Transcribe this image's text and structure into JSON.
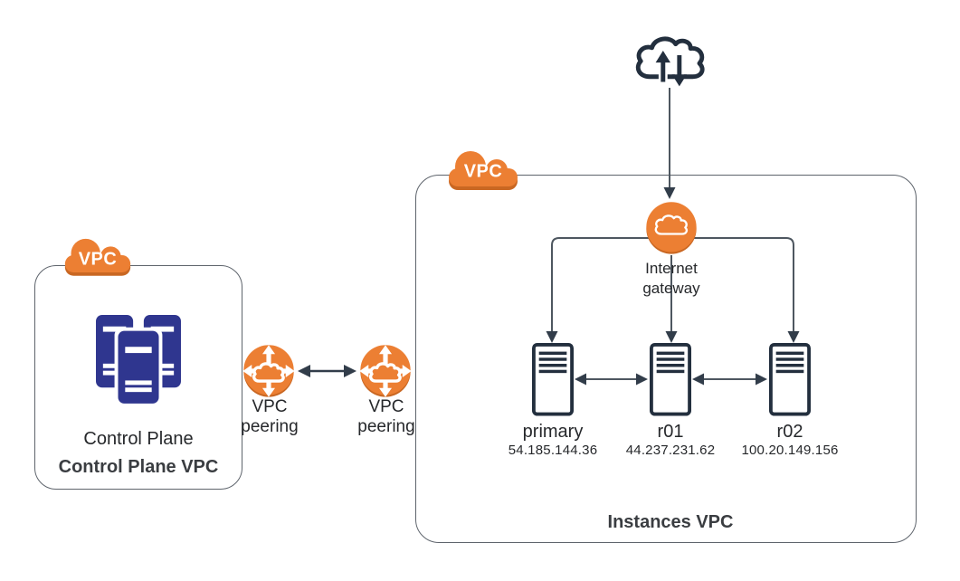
{
  "colors": {
    "brand_orange": "#ec7f33",
    "orange_shadow": "#c96722",
    "navy": "#232f3e",
    "server_indigo": "#2f368f",
    "wire_gray": "#4e5760",
    "box_border": "#5e646c"
  },
  "internet": {
    "icon": "internet-cloud-updown-icon"
  },
  "control_plane_vpc": {
    "badge_label": "VPC",
    "badge_icon": "vpc-cloud-badge-icon",
    "node_icon": "server-rack-icon",
    "node_label": "Control Plane",
    "box_label": "Control Plane VPC"
  },
  "peering_left": {
    "label": "VPC peering",
    "icon": "vpc-peering-icon"
  },
  "peering_right": {
    "label": "VPC peering",
    "icon": "vpc-peering-icon"
  },
  "instances_vpc": {
    "badge_label": "VPC",
    "badge_icon": "vpc-cloud-badge-icon",
    "box_label": "Instances VPC",
    "gateway": {
      "label": "Internet gateway",
      "icon": "internet-gateway-icon"
    },
    "servers": [
      {
        "name": "primary",
        "ip": "54.185.144.36",
        "icon": "server-instance-icon"
      },
      {
        "name": "r01",
        "ip": "44.237.231.62",
        "icon": "server-instance-icon"
      },
      {
        "name": "r02",
        "ip": "100.20.149.156",
        "icon": "server-instance-icon"
      }
    ]
  }
}
